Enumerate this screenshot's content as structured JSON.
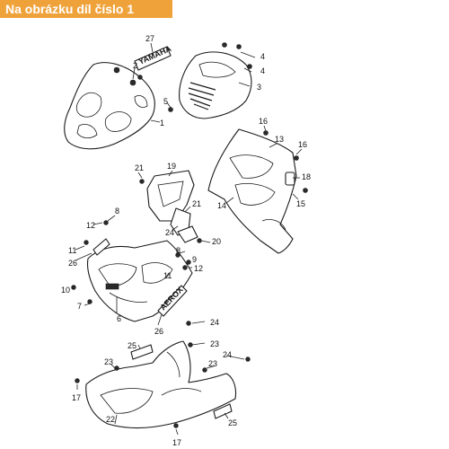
{
  "banner": {
    "text": "Na obrázku díl číslo 1",
    "bg": "#f0a23a",
    "fg": "#ffffff"
  },
  "decals": {
    "yamaha": "YAMAHA",
    "aerox": "AEROX"
  },
  "callouts": {
    "c1": "1",
    "c2": "2",
    "c3": "3",
    "c4a": "4",
    "c4b": "4",
    "c5": "5",
    "c6": "6",
    "c7": "7",
    "c8a": "8",
    "c8b": "8",
    "c9": "9",
    "c10": "10",
    "c11a": "11",
    "c11b": "11",
    "c12a": "12",
    "c12b": "12",
    "c13": "13",
    "c14": "14",
    "c15": "15",
    "c16a": "16",
    "c16b": "16",
    "c17a": "17",
    "c17b": "17",
    "c18": "18",
    "c19": "19",
    "c20": "20",
    "c21a": "21",
    "c21b": "21",
    "c22": "22",
    "c23a": "23",
    "c23b": "23",
    "c23c": "23",
    "c24a": "24",
    "c24b": "24",
    "c24c": "24",
    "c25a": "25",
    "c25b": "25",
    "c26a": "26",
    "c26b": "26",
    "c27": "27"
  }
}
